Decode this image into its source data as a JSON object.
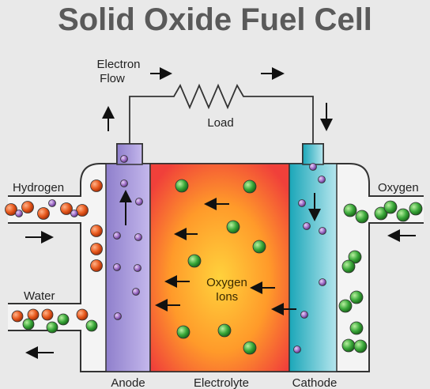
{
  "title": "Solid Oxide Fuel Cell",
  "labels": {
    "electron_flow_line1": "Electron",
    "electron_flow_line2": "Flow",
    "load": "Load",
    "hydrogen": "Hydrogen",
    "oxygen": "Oxygen",
    "water": "Water",
    "oxygen_ions_line1": "Oxygen",
    "oxygen_ions_line2": "Ions",
    "anode": "Anode",
    "electrolyte": "Electrolyte",
    "cathode": "Cathode"
  },
  "colors": {
    "background": "#e9e9e9",
    "hydrogen_atom": "#e85a1e",
    "electron": "#a070c8",
    "oxygen_atom": "#3aa83a",
    "anode": "#a999d8",
    "cathode": "#2fb7c8",
    "electrolyte_center": "#ffd23c",
    "electrolyte_edge": "#f0403a",
    "outline": "#333333"
  },
  "icons": [
    "right-arrow-icon",
    "left-arrow-icon",
    "up-arrow-icon",
    "down-arrow-icon",
    "resistor-icon"
  ]
}
